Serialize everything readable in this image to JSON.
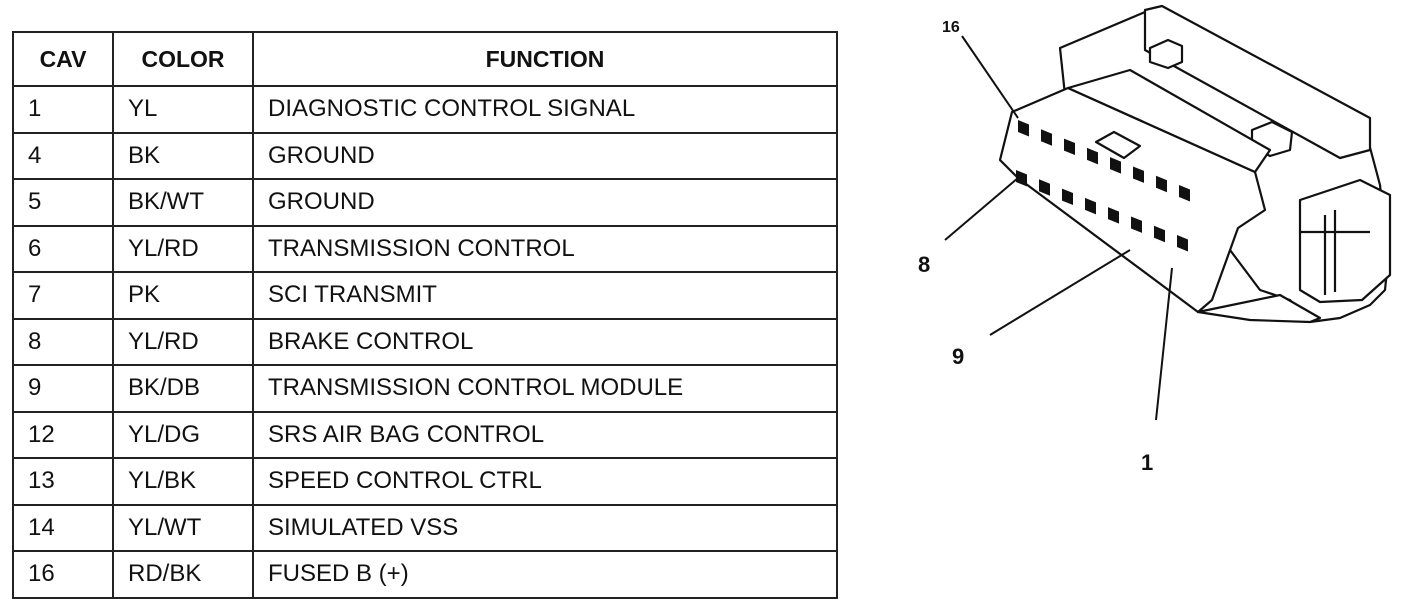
{
  "table": {
    "headers": [
      "CAV",
      "COLOR",
      "FUNCTION"
    ],
    "rows": [
      {
        "cav": "1",
        "color": "YL",
        "function": "DIAGNOSTIC CONTROL SIGNAL"
      },
      {
        "cav": "4",
        "color": "BK",
        "function": "GROUND"
      },
      {
        "cav": "5",
        "color": "BK/WT",
        "function": "GROUND"
      },
      {
        "cav": "6",
        "color": "YL/RD",
        "function": "TRANSMISSION CONTROL"
      },
      {
        "cav": "7",
        "color": "PK",
        "function": "SCI TRANSMIT"
      },
      {
        "cav": "8",
        "color": "YL/RD",
        "function": "BRAKE CONTROL"
      },
      {
        "cav": "9",
        "color": "BK/DB",
        "function": "TRANSMISSION CONTROL MODULE"
      },
      {
        "cav": "12",
        "color": "YL/DG",
        "function": "SRS AIR BAG CONTROL"
      },
      {
        "cav": "13",
        "color": "YL/BK",
        "function": "SPEED CONTROL CTRL"
      },
      {
        "cav": "14",
        "color": "YL/WT",
        "function": "SIMULATED VSS"
      },
      {
        "cav": "16",
        "color": "RD/BK",
        "function": "FUSED B (+)"
      }
    ]
  },
  "connector": {
    "pin_labels": {
      "p16": "16",
      "p8": "8",
      "p9": "9",
      "p1": "1"
    }
  }
}
